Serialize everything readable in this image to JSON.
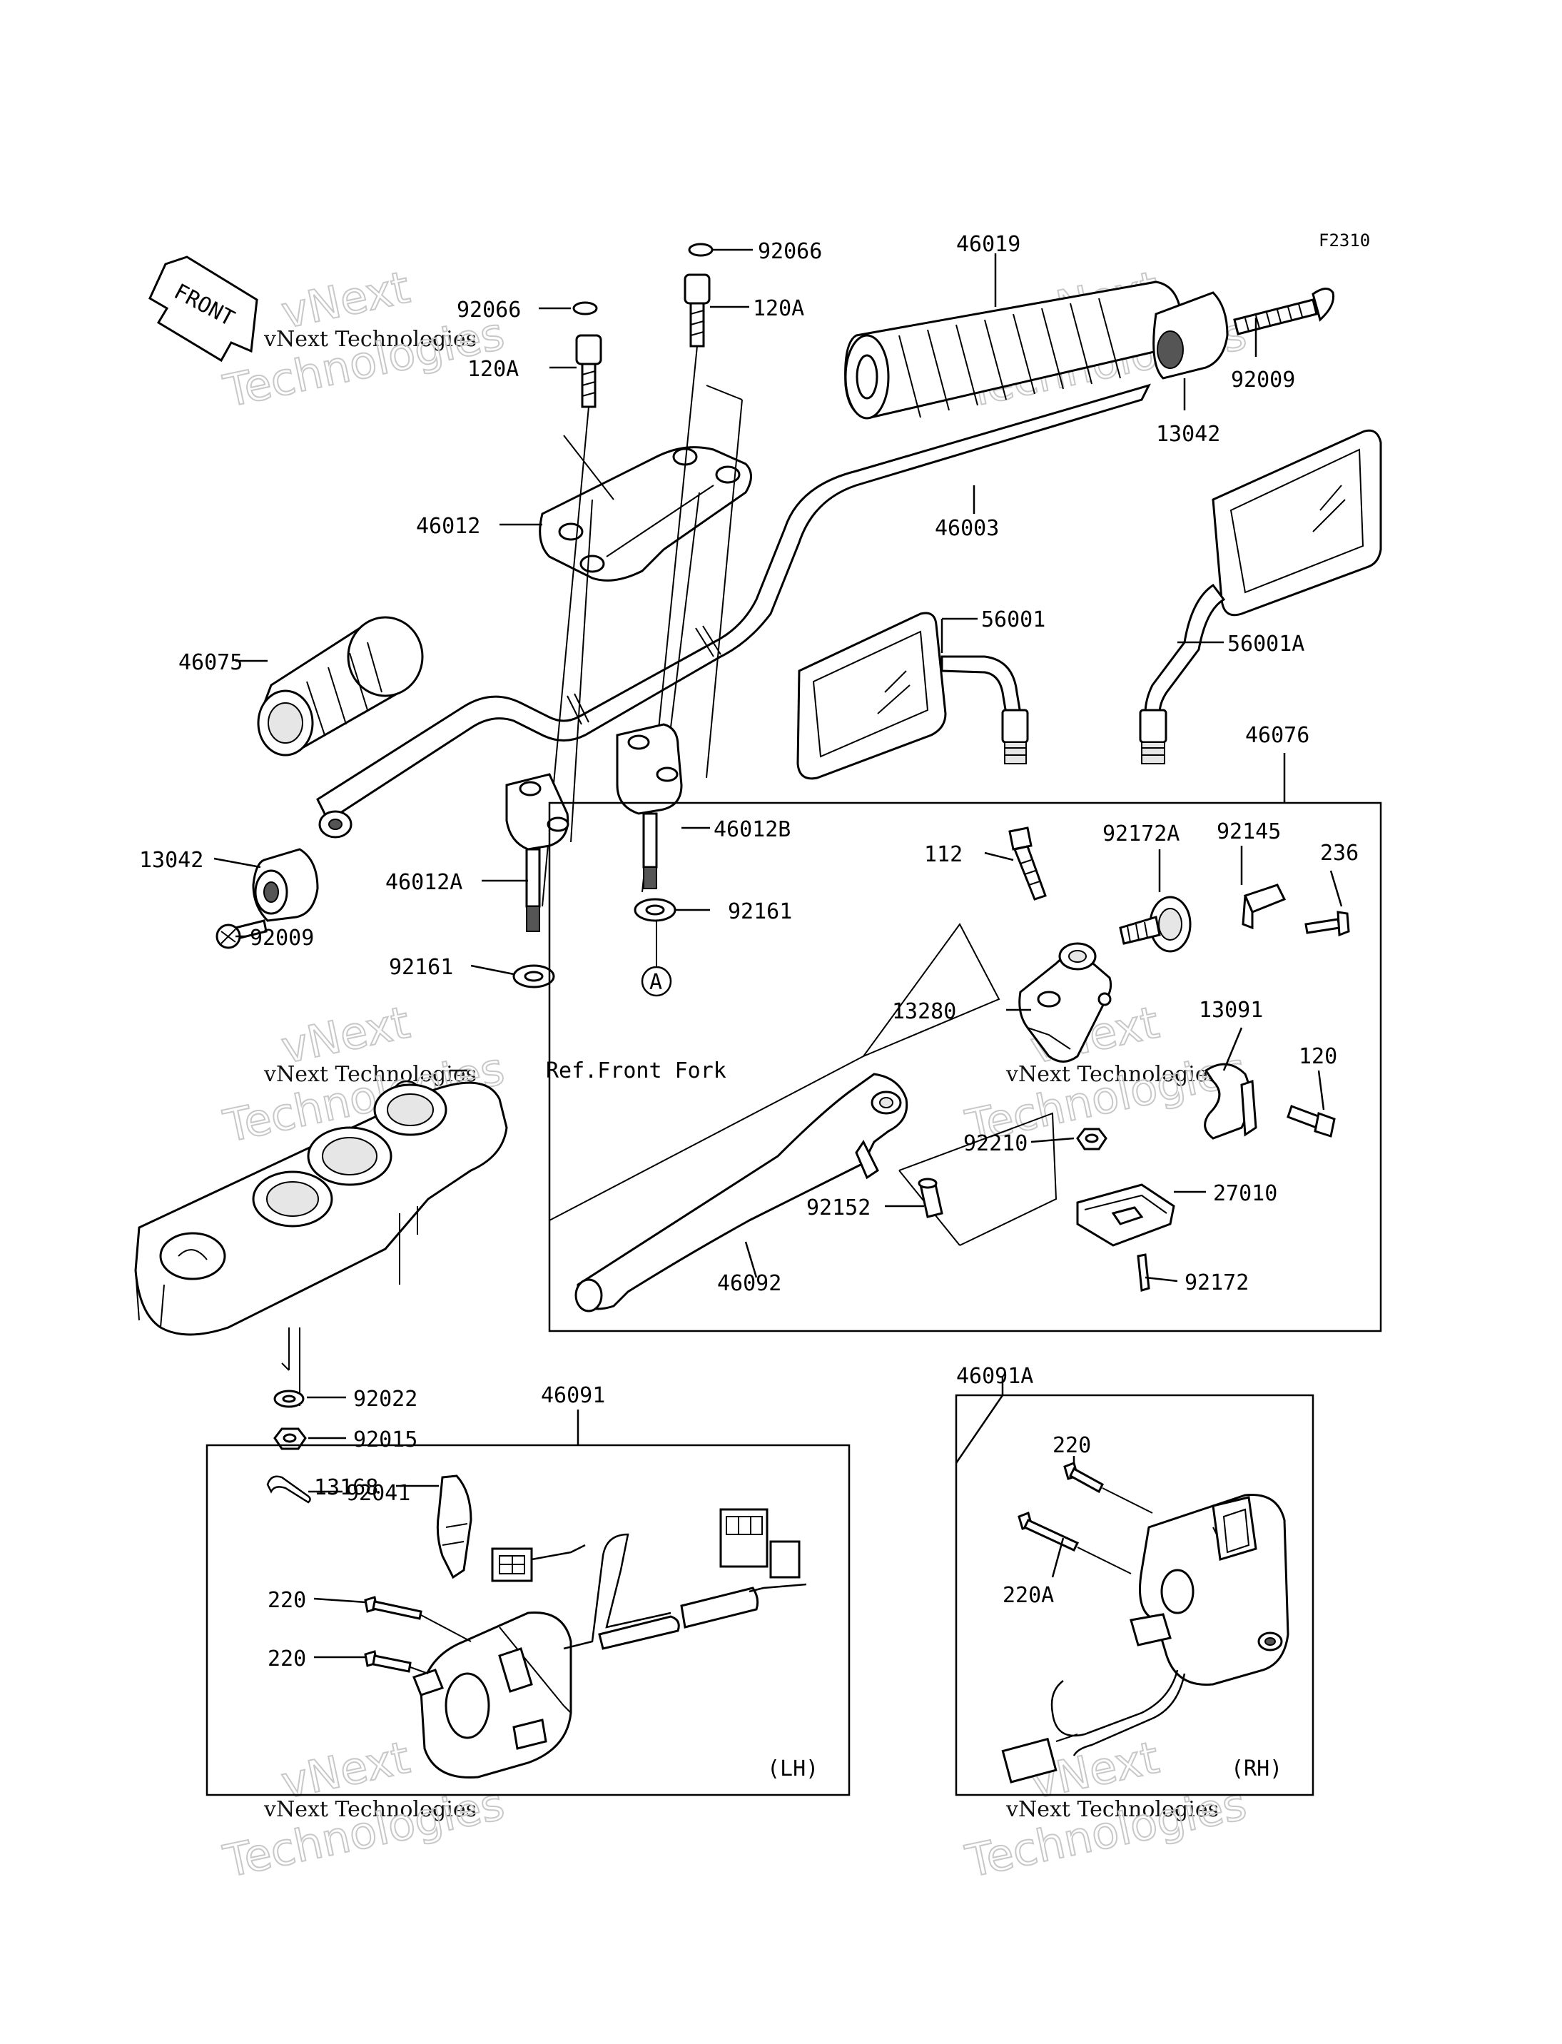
{
  "diagram": {
    "code": "F2310",
    "front_label": "FRONT",
    "ref_note": "Ref.Front Fork",
    "lh_tag": "(LH)",
    "rh_tag": "(RH)",
    "circle_markers": [
      "A",
      "A"
    ],
    "labels": {
      "p92066_top": "92066",
      "p120a_top": "120A",
      "p92066_left": "92066",
      "p120a_left": "120A",
      "p46019": "46019",
      "p92009_right": "92009",
      "p13042_right": "13042",
      "p46012": "46012",
      "p46003": "46003",
      "p46075": "46075",
      "p56001": "56001",
      "p56001a": "56001A",
      "p46076": "46076",
      "p13042_left": "13042",
      "p46012a": "46012A",
      "p46012b": "46012B",
      "p92009_left": "92009",
      "p92161_right": "92161",
      "p92161_left": "92161",
      "p112": "112",
      "p92172a": "92172A",
      "p92145": "92145",
      "p236": "236",
      "p13280": "13280",
      "p13091": "13091",
      "p120": "120",
      "p92210": "92210",
      "p27010": "27010",
      "p92152": "92152",
      "p46092": "46092",
      "p92172": "92172",
      "p92022": "92022",
      "p92015": "92015",
      "p92041": "92041",
      "p46091": "46091",
      "p46091a": "46091A",
      "p13168": "13168",
      "p220_lh_a": "220",
      "p220_lh_b": "220",
      "p220_rh": "220",
      "p220a_rh": "220A"
    },
    "watermarks": {
      "line1": "vNext",
      "line2": "vNext Technologies",
      "line3": "Technologies"
    }
  }
}
